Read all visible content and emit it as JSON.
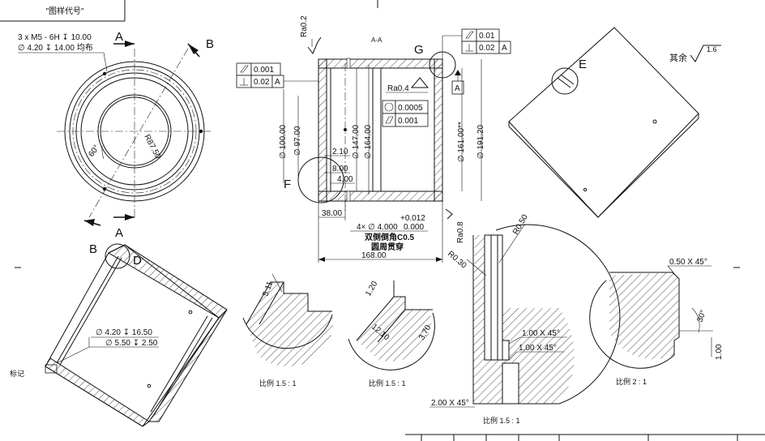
{
  "title_block": {
    "stamp": "\"图样代号\""
  },
  "front_view": {
    "note_line1": "3 x  M5 - 6H ↧ 10.00",
    "note_line2": "∅ 4.20 ↧ 14.00 均布",
    "radius": "R87.50",
    "angle": "60°",
    "cut_a_top": "A",
    "cut_a_bottom": "A",
    "cut_b_top": "B"
  },
  "section_view": {
    "title": "A-A",
    "ra_top": "Ra0.2",
    "ra_mid": "Ra0.4",
    "ra_bottom": "Ra0.8",
    "fcf_left_row1": "0.001",
    "fcf_left_row2": "0.02",
    "fcf_left_datum": "A",
    "fcf_right_row1": "0.01",
    "fcf_right_row2": "0.02",
    "fcf_right_datum": "A",
    "fcf_mid_row1": "0.0005",
    "fcf_mid_row2": "0.001",
    "datum_a": "A",
    "label_g": "G",
    "label_f": "F",
    "dim_d100": "∅ 100.00",
    "dim_d97": "∅ 97.00",
    "dim_d147": "∅ 147.00",
    "dim_d164": "∅ 164.00",
    "dim_d161": "∅ 161.00**",
    "dim_d191": "∅ 191.20",
    "dim_210": "2.10",
    "dim_800": "8.00",
    "dim_400": "4.00",
    "dim_3800": "38.00",
    "tol_upper": "+0.012",
    "dim_hole": "4× ∅ 4.000",
    "tol_lower": "0.000",
    "note_chamfer": "双侧倒角C0.5",
    "note_thru": "圆周贯穿",
    "dim_168": "168.00"
  },
  "iso_view": {
    "label_e": "E",
    "rest_text": "其余",
    "rest_ra": "1.6"
  },
  "iso_section": {
    "label_b": "B",
    "label_d": "D",
    "hole1": "∅ 4.20 ↧ 16.50",
    "hole2": "∅ 5.50 ↧ 2.50",
    "side_text": "标记"
  },
  "detail_1": {
    "dim": "5.11",
    "scale": "比例 1.5 : 1"
  },
  "detail_2": {
    "dim_a": "1.20",
    "dim_b": "12.10",
    "dim_c": "3.70",
    "scale": "比例 1.5 : 1"
  },
  "detail_3": {
    "r050": "R0.50",
    "r030": "R0.30",
    "ch1": "1.00 X 45°",
    "ch2": "1.00 X 45°",
    "ch3": "2.00 X 45°",
    "scale": "比例 1.5 : 1"
  },
  "detail_4": {
    "ch": "0.50 X 45°",
    "angle": "30°",
    "dim": "1.00",
    "scale": "比例 2 : 1"
  }
}
